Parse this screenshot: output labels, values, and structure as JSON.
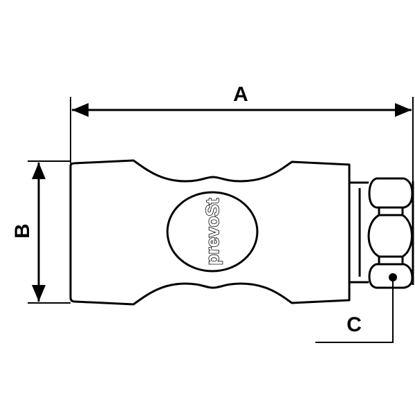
{
  "dimensions": {
    "length_label": "A",
    "diameter_label": "B",
    "thread_label": "C"
  },
  "logo": {
    "text": "prevoSt"
  },
  "colors": {
    "line": "#000000",
    "background": "#ffffff"
  }
}
